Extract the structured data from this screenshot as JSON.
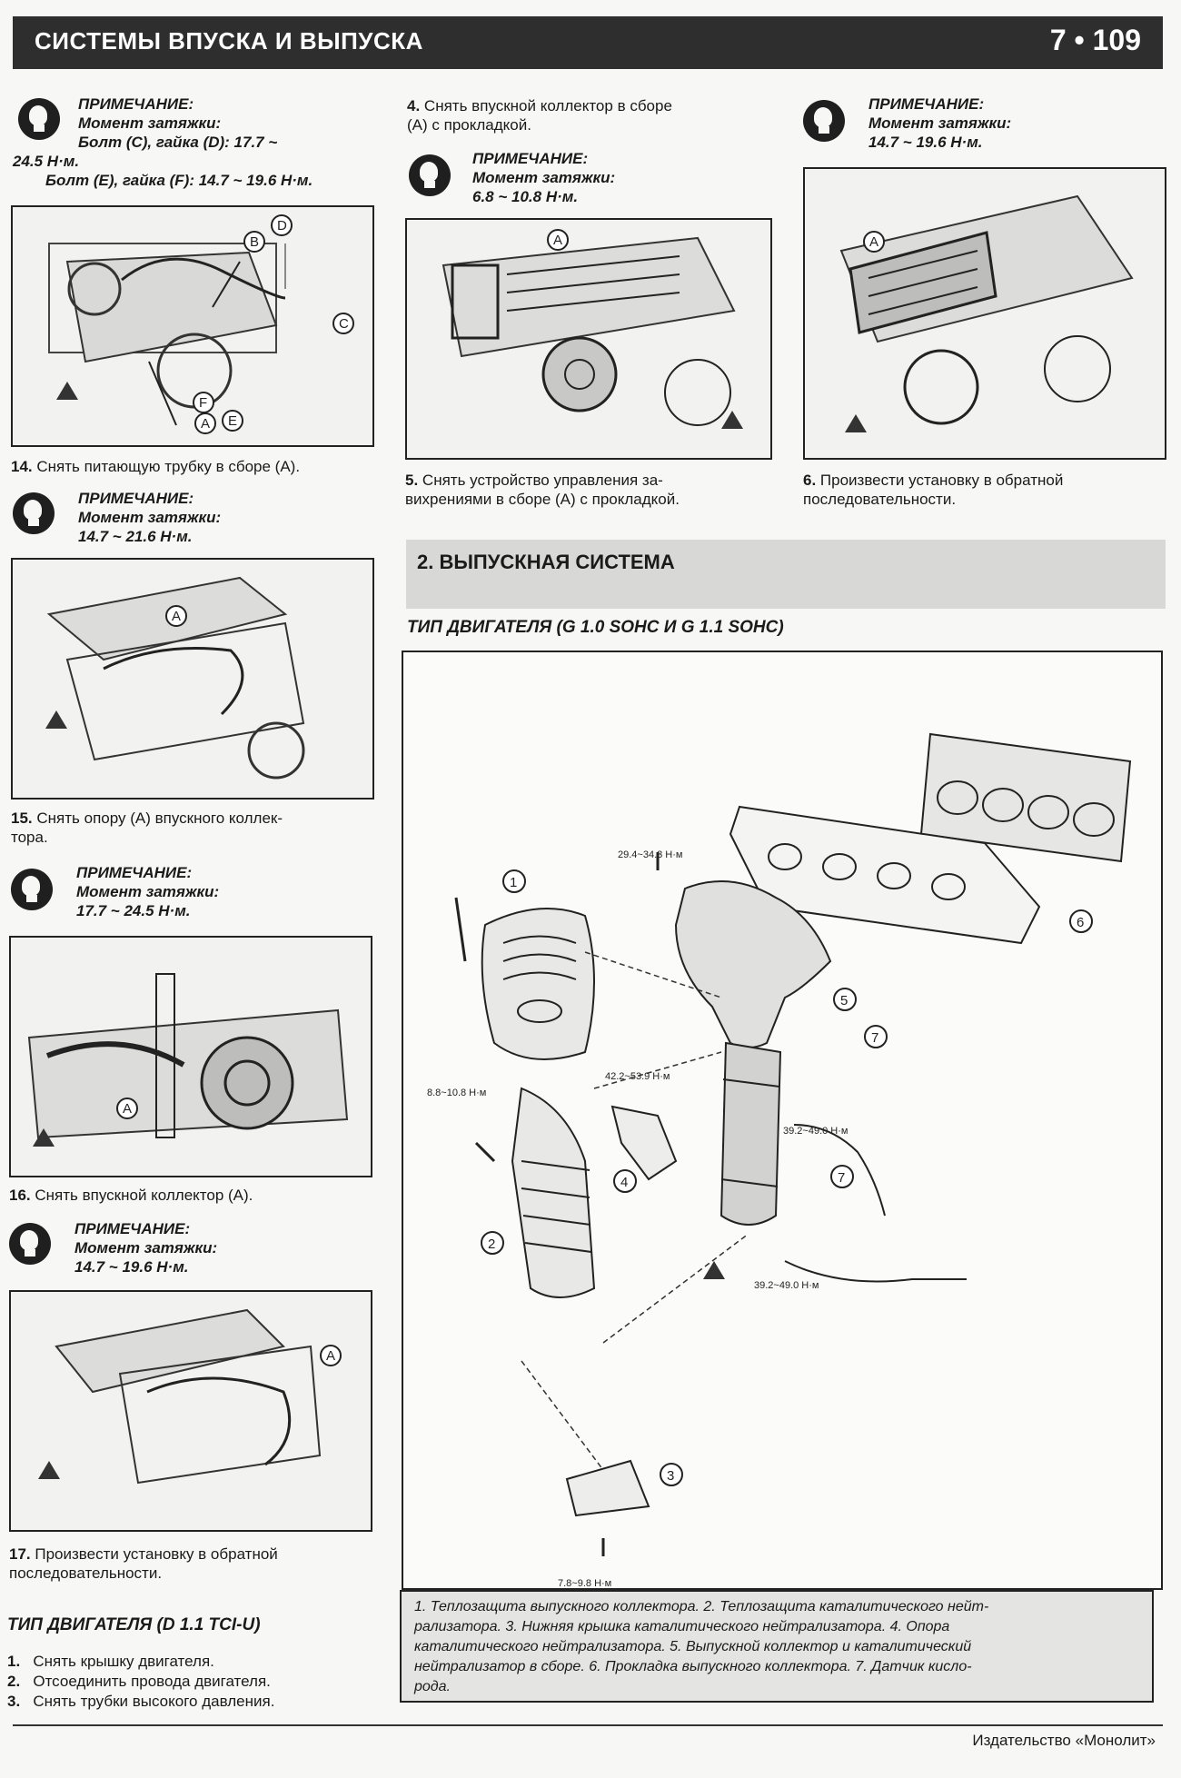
{
  "header": {
    "title": "СИСТЕМЫ ВПУСКА И ВЫПУСКА",
    "page": "7 • 109"
  },
  "left": {
    "note1": {
      "label": "ПРИМЕЧАНИЕ:",
      "sub": "Момент затяжки:",
      "l1": "Болт (С), гайка (D):   17.7 ~",
      "l2": "24.5 Н·м.",
      "l3": "Болт (Е), гайка (F): 14.7 ~ 19.6 Н·м."
    },
    "step14_num": "14.",
    "step14": "Снять питающую трубку в сборе (А).",
    "note2": {
      "label": "ПРИМЕЧАНИЕ:",
      "sub": "Момент затяжки:",
      "l1": "14.7 ~ 21.6 Н·м."
    },
    "step15_num": "15.",
    "step15_a": "Снять опору (А) впускного коллек-",
    "step15_b": "тора.",
    "note3": {
      "label": "ПРИМЕЧАНИЕ:",
      "sub": "Момент затяжки:",
      "l1": "17.7 ~ 24.5 Н·м."
    },
    "step16_num": "16.",
    "step16": "Снять впускной коллектор (А).",
    "note4": {
      "label": "ПРИМЕЧАНИЕ:",
      "sub": "Момент затяжки:",
      "l1": "14.7 ~ 19.6 Н·м."
    },
    "step17_num": "17.",
    "step17_a": "Произвести установку в обратной",
    "step17_b": "последовательности.",
    "engine2_title": "ТИП ДВИГАТЕЛЯ (D 1.1 TCI-U)",
    "list": [
      {
        "num": "1.",
        "text": "Снять крышку двигателя."
      },
      {
        "num": "2.",
        "text": "Отсоединить провода двигателя."
      },
      {
        "num": "3.",
        "text": "Снять трубки высокого давления."
      }
    ]
  },
  "middle": {
    "step4_num": "4.",
    "step4_a": "Снять впускной коллектор в сборе",
    "step4_b": "(А) с прокладкой.",
    "note": {
      "label": "ПРИМЕЧАНИЕ:",
      "sub": "Момент затяжки:",
      "l1": "6.8 ~ 10.8 Н·м."
    },
    "step5_num": "5.",
    "step5_a": "Снять устройство управления за-",
    "step5_b": "вихрениями в сборе (А) с прокладкой."
  },
  "right": {
    "note": {
      "label": "ПРИМЕЧАНИЕ:",
      "sub": "Момент затяжки:",
      "l1": "14.7 ~ 19.6 Н·м."
    },
    "step6_num": "6.",
    "step6_a": "Произвести установку в обратной",
    "step6_b": "последовательности."
  },
  "section": {
    "title": "2.  ВЫПУСКНАЯ СИСТЕМА",
    "engine_title": "ТИП ДВИГАТЕЛЯ (G 1.0 SOHC И G 1.1 SOHC)"
  },
  "diagram": {
    "torques": [
      "29.4~34.3 Н·м",
      "8.8~10.8 Н·м",
      "42.2~53.9 Н·м",
      "39.2~49.0 Н·м",
      "39.2~49.0 Н·м",
      "7.8~9.8 Н·м"
    ],
    "callouts": [
      "1",
      "2",
      "3",
      "4",
      "5",
      "6",
      "7",
      "7"
    ]
  },
  "legend": {
    "l1": "1. Теплозащита выпускного коллектора. 2. Теплозащита каталитического нейт-",
    "l2": "рализатора. 3. Нижняя крышка каталитического нейтрализатора. 4. Опора",
    "l3": "каталитического нейтрализатора. 5. Выпускной коллектор и каталитический",
    "l4": "нейтрализатор в сборе. 6. Прокладка выпускного коллектора. 7. Датчик кисло-",
    "l5": "рода."
  },
  "fig_labels": {
    "a": "A",
    "b": "B",
    "c": "C",
    "d": "D",
    "e": "E",
    "f": "F"
  },
  "footer": "Издательство «Монолит»"
}
